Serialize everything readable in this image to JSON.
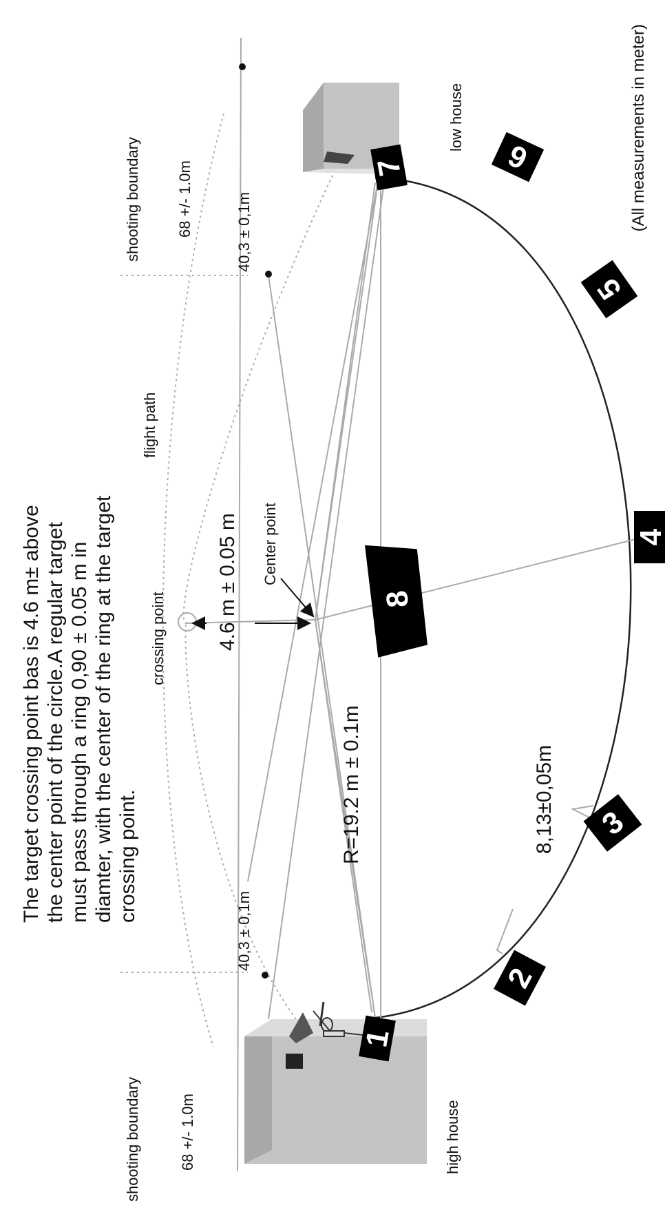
{
  "note": "(All measurements in meter)",
  "description_lines": [
    "The target crossing point bas is 4.6 m± above",
    "the center point of the circle.A regular target",
    "must pass through a ring 0,90 ± 0.05 m in",
    "diamter, with the center of the ring at the target",
    "crossing point."
  ],
  "labels": {
    "shooting_boundary_top": "shooting  boundary",
    "boundary_dist_top": "68 +/- 1.0m",
    "house_dist_top": "40,3  ±  0,1m",
    "low_house": "low  house",
    "flight_path": "flight path",
    "crossing_point": "crossing point",
    "height": "4.6 m ± 0.05 m",
    "center_point": "Center point",
    "radius": "R=19.2 m ± 0.1m",
    "chord": "8,13±0,05m",
    "house_dist_bottom": "40,3  ±  0,1m",
    "shooting_boundary_bottom": "shooting  boundary",
    "boundary_dist_bottom": "68 +/- 1.0m",
    "high_house": "high  house"
  },
  "stations": [
    "1",
    "2",
    "3",
    "4",
    "5",
    "6",
    "7",
    "8"
  ],
  "colors": {
    "station_fill": "#000000",
    "line": "#aaaaaa",
    "dotted": "#aaaaaa",
    "house_top": "#d9d9d9",
    "house_side": "#a8a8a8",
    "house_front": "#c4c4c4"
  }
}
